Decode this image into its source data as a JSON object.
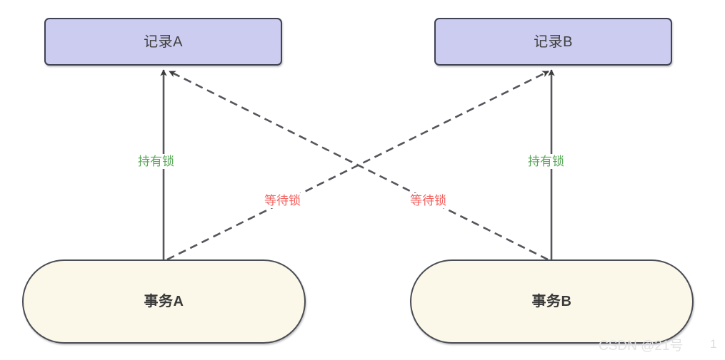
{
  "diagram": {
    "title": "deadlock-diagram",
    "colors": {
      "record_fill": "#ccccf0",
      "record_border": "#3f4253",
      "transaction_fill": "#fbf8ea",
      "transaction_border": "#4a4d53",
      "hold_lock_label": "#5aa959",
      "wait_lock_label": "#f26360",
      "edge_stroke": "#4a4d53",
      "background": "#ffffff",
      "watermark": "#e2e2e2"
    },
    "nodes": [
      {
        "id": "record-a",
        "label": "记录A",
        "shape": "rounded-rectangle",
        "role": "record"
      },
      {
        "id": "record-b",
        "label": "记录B",
        "shape": "rounded-rectangle",
        "role": "record"
      },
      {
        "id": "transaction-a",
        "label": "事务A",
        "shape": "stadium",
        "role": "transaction"
      },
      {
        "id": "transaction-b",
        "label": "事务B",
        "shape": "stadium",
        "role": "transaction"
      }
    ],
    "edges": [
      {
        "id": "edge-txa-holds-reca",
        "from": "transaction-a",
        "to": "record-a",
        "label": "持有锁",
        "style": "solid",
        "arrow": "to"
      },
      {
        "id": "edge-txb-holds-recb",
        "from": "transaction-b",
        "to": "record-b",
        "label": "持有锁",
        "style": "solid",
        "arrow": "to"
      },
      {
        "id": "edge-txa-waits-recb",
        "from": "transaction-a",
        "to": "record-b",
        "label": "等待锁",
        "style": "dashed",
        "arrow": "to"
      },
      {
        "id": "edge-txb-waits-reca",
        "from": "transaction-b",
        "to": "record-a",
        "label": "等待锁",
        "style": "dashed",
        "arrow": "to"
      }
    ]
  },
  "watermark": {
    "text": "CSDN @21号",
    "page_number": "1"
  }
}
